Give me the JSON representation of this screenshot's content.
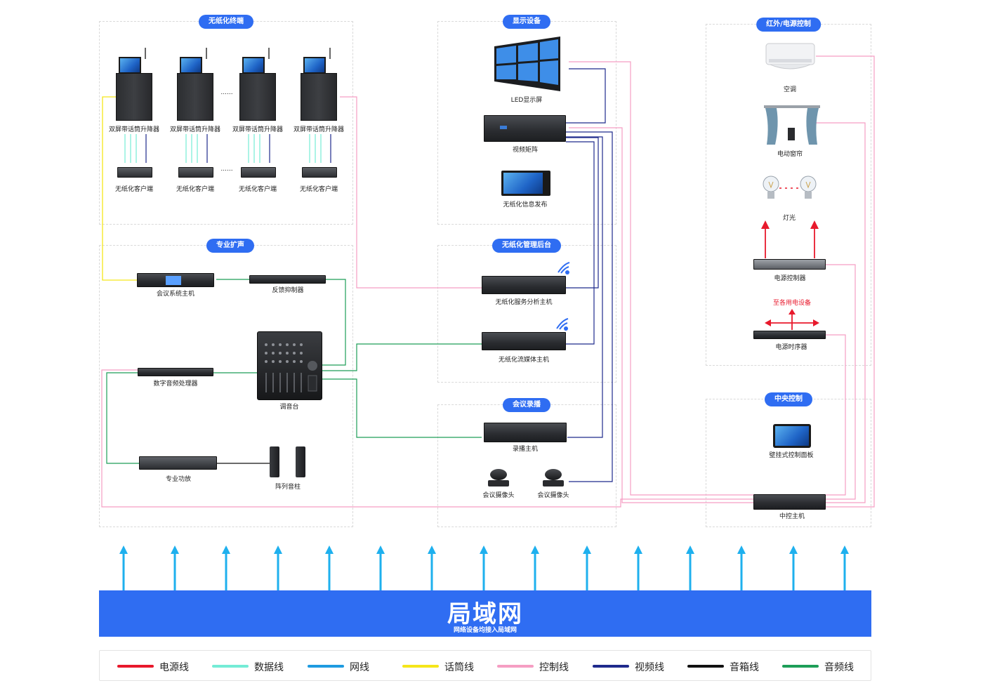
{
  "sections": {
    "paperless_terminal": "无纸化终端",
    "display": "显示设备",
    "ir_power": "红外/电源控制",
    "pro_audio": "专业扩声",
    "paperless_backend": "无纸化管理后台",
    "recording": "会议录播",
    "central_control": "中央控制"
  },
  "devices": {
    "lift": "双屏带话筒升降器",
    "client": "无纸化客户端",
    "ellipsis": "......",
    "led_wall": "LED显示屏",
    "video_matrix": "视频矩阵",
    "info_publish": "无纸化信息发布",
    "ac": "空调",
    "curtain": "电动窗帘",
    "lighting": "灯光",
    "power_controller": "电源控制器",
    "to_devices": "至各用电设备",
    "power_sequencer": "电源时序器",
    "conf_host": "会议系统主机",
    "feedback": "反馈抑制器",
    "dsp": "数字音频处理器",
    "mixer": "调音台",
    "amp": "专业功放",
    "column_speaker": "阵列音柱",
    "paperless_server": "无纸化服务分析主机",
    "streaming_host": "无纸化流媒体主机",
    "recording_host": "录播主机",
    "camera": "会议摄像头",
    "wall_panel": "壁挂式控制面板",
    "central_host": "中控主机"
  },
  "lan": {
    "title": "局域网",
    "subtitle": "网络设备均接入局域网"
  },
  "legend": [
    {
      "label": "电源线",
      "color": "#e8192c"
    },
    {
      "label": "数据线",
      "color": "#74ecd6"
    },
    {
      "label": "网线",
      "color": "#1e9be0"
    },
    {
      "label": "话筒线",
      "color": "#f5e61a"
    },
    {
      "label": "控制线",
      "color": "#f59ec3"
    },
    {
      "label": "视频线",
      "color": "#1f2a8c"
    },
    {
      "label": "音箱线",
      "color": "#111111"
    },
    {
      "label": "音频线",
      "color": "#1d9e58"
    }
  ],
  "icons": {
    "ac": "air-conditioner-icon",
    "curtain": "curtain-icon",
    "bulb": "light-bulb-icon",
    "wifi": "wireless-icon",
    "arrow": "up-arrow-icon"
  }
}
